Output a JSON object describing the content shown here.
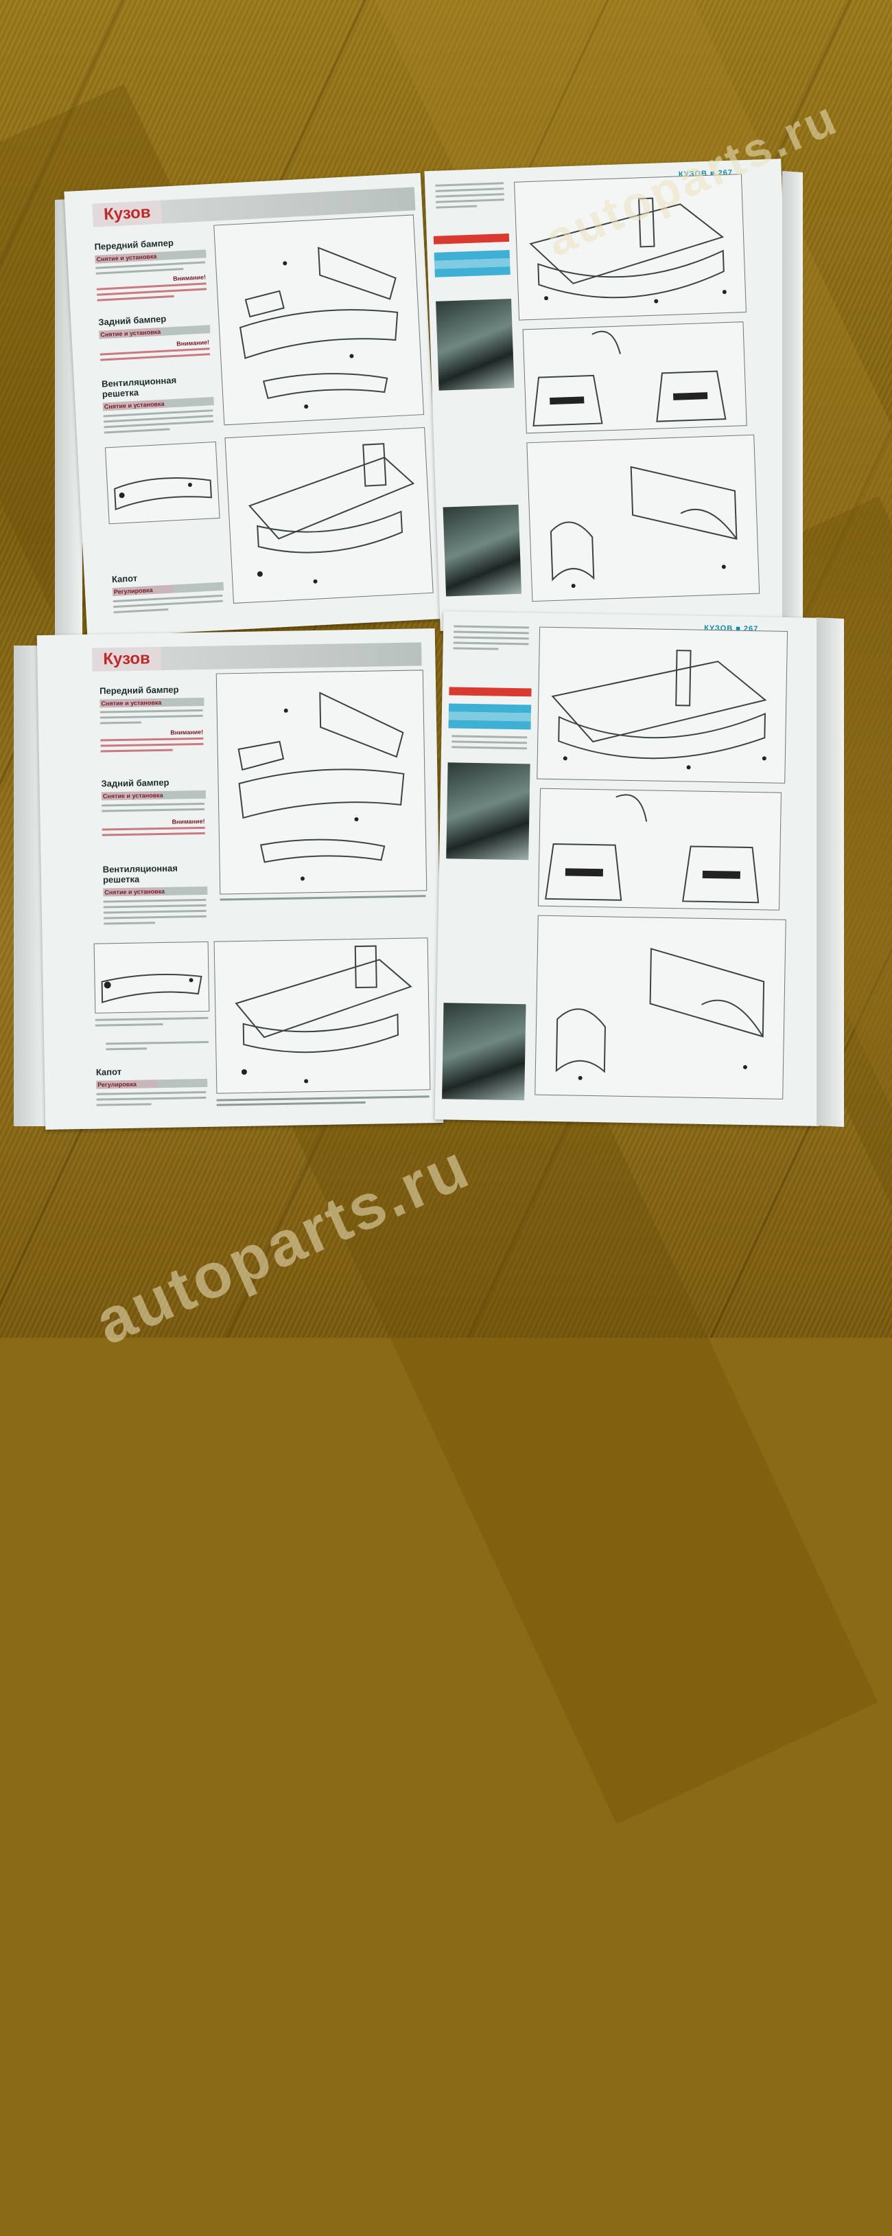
{
  "scene": {
    "description": "Photo of two open copies of a car repair manual lying on a wooden floor",
    "watermark_text": "autoparts.ru",
    "colors": {
      "floor": "#8a6a14",
      "page": "#eef3f1",
      "accent_red": "#c0282a",
      "accent_blue": "#138aa6"
    }
  },
  "books": [
    {
      "left_page": {
        "section_title": "Кузов",
        "headings": [
          "Передний бампер",
          "Задний бампер",
          "Вентиляционная решетка",
          "Капот"
        ],
        "subheadings": [
          "Снятие и установка",
          "Снятие и установка",
          "Снятие и установка",
          "Регулировка"
        ],
        "warning_label": "Внимание!"
      },
      "right_page": {
        "running_header": "КУЗОВ ■ 267"
      }
    },
    {
      "left_page": {
        "section_title": "Кузов",
        "headings": [
          "Передний бампер",
          "Задний бампер",
          "Вентиляционная решетка",
          "Капот"
        ],
        "subheadings": [
          "Снятие и установка",
          "Снятие и установка",
          "Снятие и установка",
          "Регулировка"
        ],
        "warning_label": "Внимание!"
      },
      "right_page": {
        "running_header": "КУЗОВ ■ 267"
      }
    }
  ]
}
